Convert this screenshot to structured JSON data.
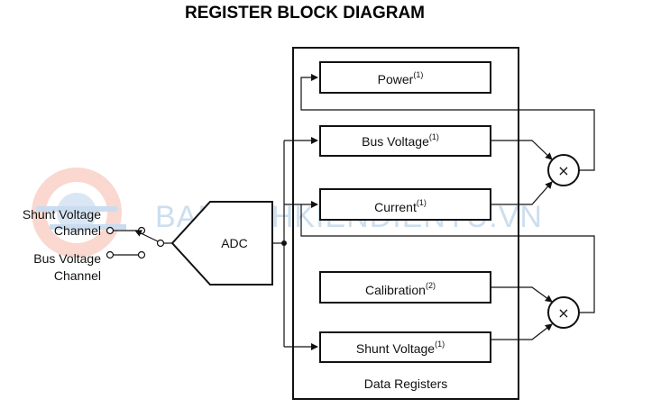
{
  "diagram": {
    "title": "REGISTER BLOCK DIAGRAM",
    "container_label": "Data Registers",
    "registers": [
      {
        "id": "power",
        "label": "Power",
        "note": "(1)"
      },
      {
        "id": "bus",
        "label": "Bus Voltage",
        "note": "(1)"
      },
      {
        "id": "current",
        "label": "Current",
        "note": "(1)"
      },
      {
        "id": "calibration",
        "label": "Calibration",
        "note": "(2)"
      },
      {
        "id": "shunt",
        "label": "Shunt Voltage",
        "note": "(1)"
      }
    ],
    "adc_label": "ADC",
    "multiplier_symbol": "×",
    "inputs": {
      "shunt": [
        "Shunt Voltage",
        "Channel"
      ],
      "bus": [
        "Bus Voltage",
        "Channel"
      ]
    },
    "watermark": "BANLINHKIENDIENTU.VN"
  }
}
